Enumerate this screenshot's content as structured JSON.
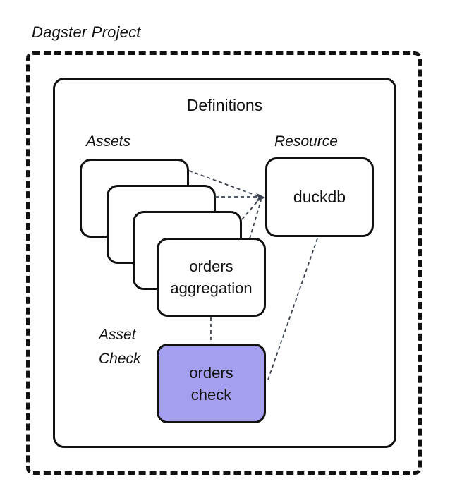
{
  "title": "Dagster Project",
  "definitions": {
    "label": "Definitions"
  },
  "assets": {
    "label": "Assets",
    "card_count": 4,
    "front_card_label": "orders\naggregation"
  },
  "resource": {
    "label": "Resource",
    "node_label": "duckdb"
  },
  "asset_check": {
    "label": "Asset\nCheck",
    "node_label": "orders\ncheck"
  },
  "colors": {
    "check_fill": "#A49FEF",
    "connector": "#3A4250",
    "line": "#111111"
  }
}
